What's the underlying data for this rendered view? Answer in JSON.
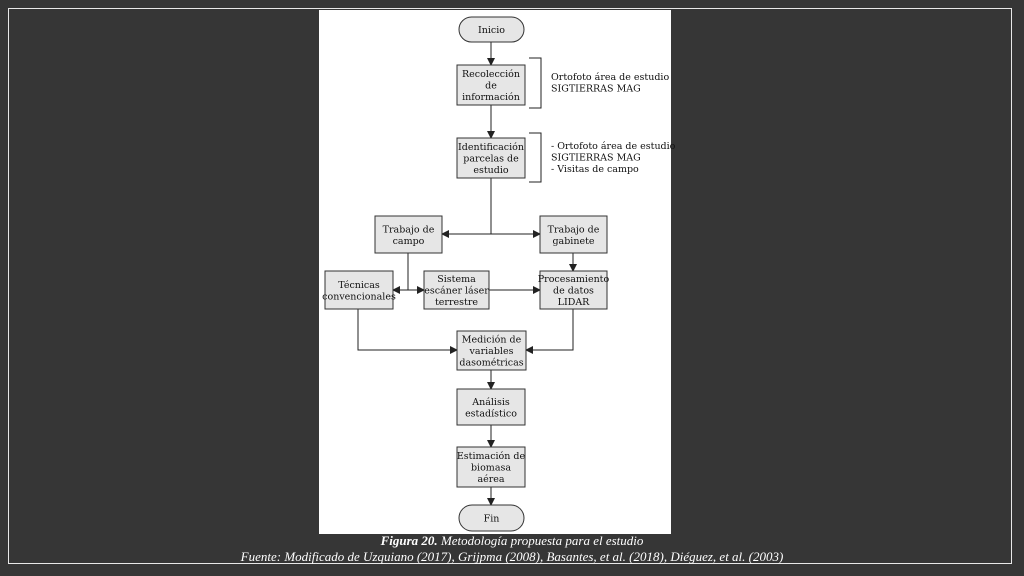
{
  "nodes": {
    "inicio": [
      "Inicio"
    ],
    "recoleccion": [
      "Recolección",
      "de",
      "información"
    ],
    "identificacion": [
      "Identificación",
      "parcelas de",
      "estudio"
    ],
    "trabajo_campo": [
      "Trabajo de",
      "campo"
    ],
    "trabajo_gabinete": [
      "Trabajo de",
      "gabinete"
    ],
    "tecnicas": [
      "Técnicas",
      "convencionales"
    ],
    "sistema": [
      "Sistema",
      "escáner láser",
      "terrestre"
    ],
    "procesamiento": [
      "Procesamiento",
      "de datos",
      "LIDAR"
    ],
    "medicion": [
      "Medición de",
      "variables",
      "dasométricas"
    ],
    "analisis": [
      "Análisis",
      "estadístico"
    ],
    "estimacion": [
      "Estimación de",
      "biomasa",
      "aérea"
    ],
    "fin": [
      "Fin"
    ]
  },
  "notes": {
    "note1": [
      "Ortofoto área de estudio",
      "SIGTIERRAS MAG"
    ],
    "note2": [
      "- Ortofoto área de estudio",
      "SIGTIERRAS MAG",
      "- Visitas de campo"
    ]
  },
  "caption": {
    "figure_label": "Figura 20.",
    "figure_title": " Metodología propuesta para el estudio",
    "source": "Fuente: Modificado de Uzquiano (2017), Grijpma (2008), Basantes, et al. (2018), Diéguez, et al. (2003)"
  }
}
